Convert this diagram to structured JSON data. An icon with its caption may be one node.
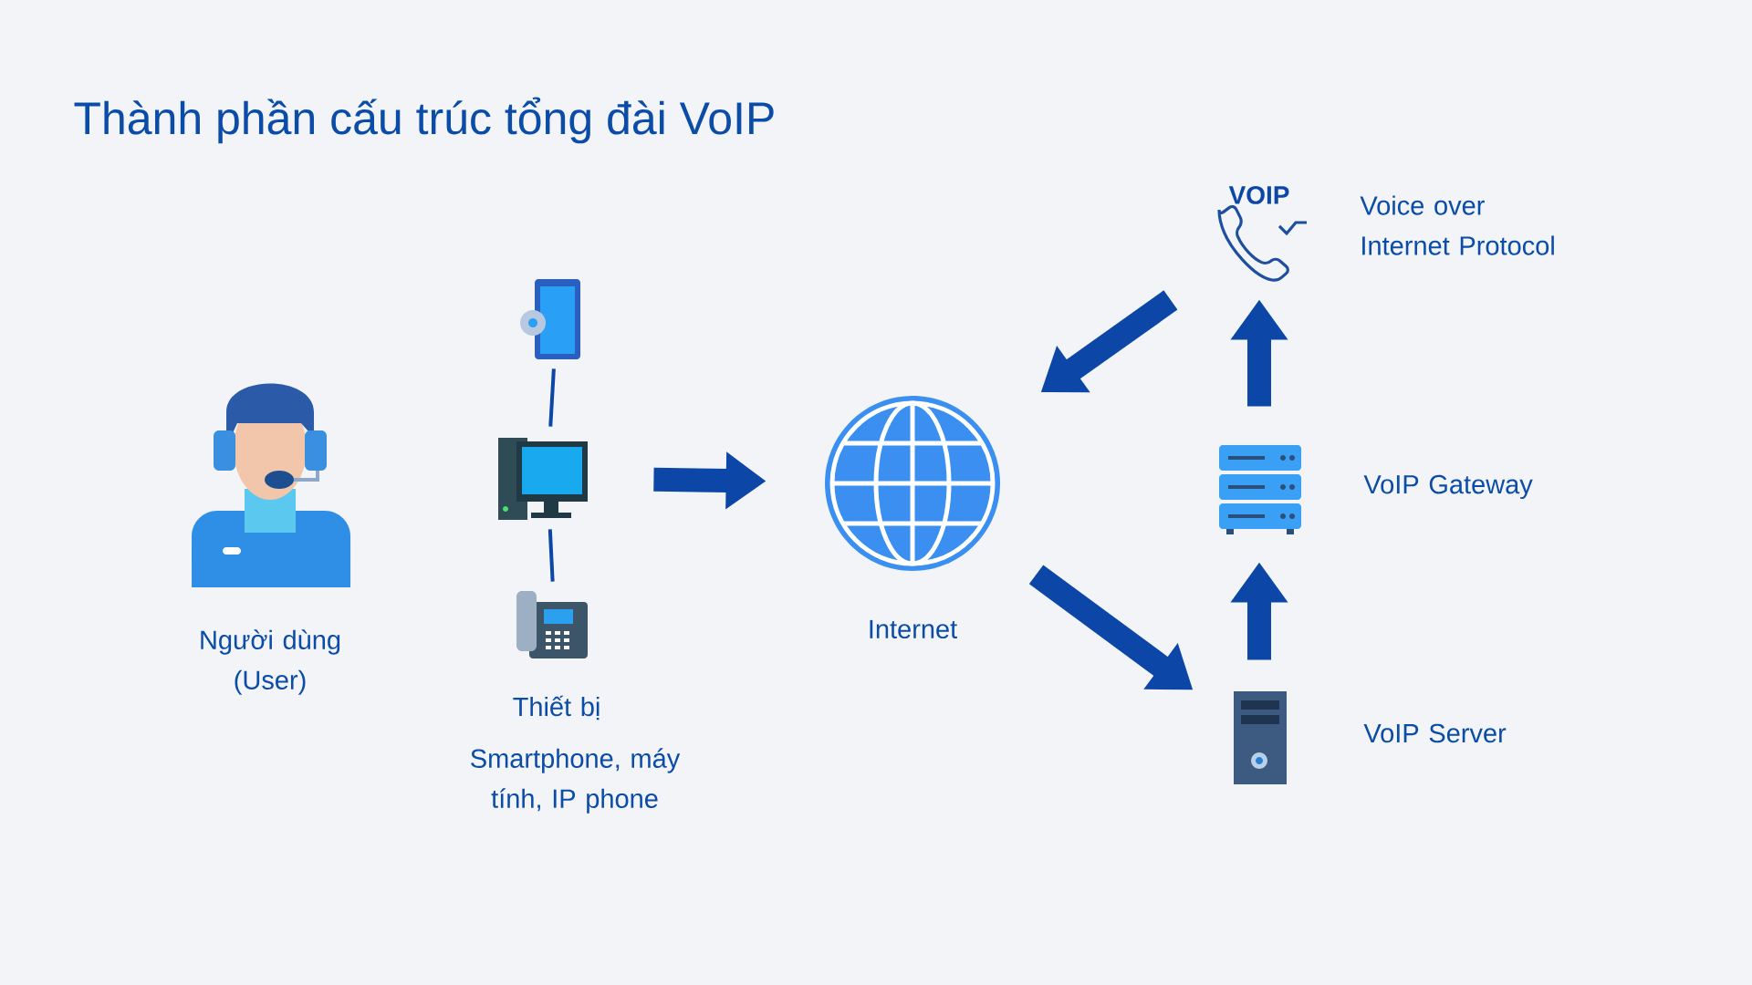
{
  "diagram": {
    "title": "Thành phần cấu trúc tổng đài VoIP",
    "nodes": [
      {
        "text": [],
        "shape": "person",
        "beside": [
          "Người dùng (User)"
        ]
      },
      {
        "text": [],
        "shape": "picture"
      },
      {
        "text": [],
        "shape": "picture"
      },
      {
        "text": [],
        "shape": "picture",
        "beside": [
          "Thiết bị",
          "Smartphone, máy tính, IP phone"
        ]
      },
      {
        "text": [],
        "shape": "picture",
        "beside": [
          "Internet"
        ]
      },
      {
        "text": [
          "VOIP"
        ],
        "beside": [
          "Voice over Internet Protocol"
        ]
      },
      {
        "text": [],
        "shape": "picture",
        "beside": [
          "VoIP Gateway"
        ]
      },
      {
        "text": [],
        "shape": "picture",
        "beside": [
          "VoIP Server"
        ]
      }
    ],
    "edges": [
      {
        "from": 1,
        "to": 2,
        "arrow": "none"
      },
      {
        "from": 2,
        "to": 3,
        "arrow": "none"
      },
      {
        "from": 2,
        "to": 4,
        "arrow": "to"
      },
      {
        "from": 4,
        "to": 7,
        "arrow": "to"
      },
      {
        "from": 7,
        "to": 6,
        "arrow": "to"
      },
      {
        "from": 6,
        "to": 5,
        "arrow": "to"
      },
      {
        "from": 5,
        "to": 4,
        "arrow": "to"
      }
    ]
  }
}
